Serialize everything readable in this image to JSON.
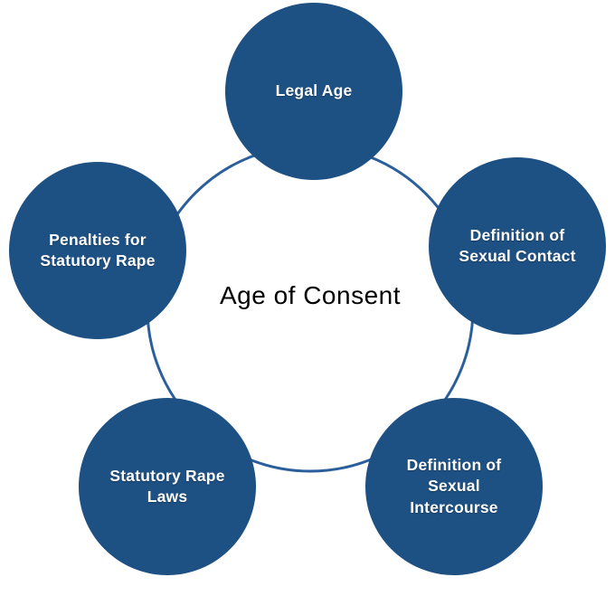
{
  "title": "Age of Consent",
  "diagram": {
    "type": "cycle",
    "center_label": "Age of Consent",
    "nodes": [
      {
        "id": "legal-age",
        "position": "top",
        "label": "Legal Age"
      },
      {
        "id": "definition-of-sexual-contact",
        "position": "right",
        "label": "Definition of\nSexual Contact"
      },
      {
        "id": "definition-of-sexual-intercourse",
        "position": "bottom-right",
        "label": "Definition of\nSexual\nIntercourse"
      },
      {
        "id": "statutory-rape-laws",
        "position": "bottom-left",
        "label": "Statutory Rape\nLaws"
      },
      {
        "id": "penalties-for-statutory-rape",
        "position": "left",
        "label": "Penalties for\nStatutory Rape"
      }
    ]
  },
  "colors": {
    "node_fill": "#1d5083",
    "ring_stroke": "#2b5f9c",
    "node_text": "#ffffff",
    "center_text": "#000000",
    "background": "#ffffff"
  }
}
